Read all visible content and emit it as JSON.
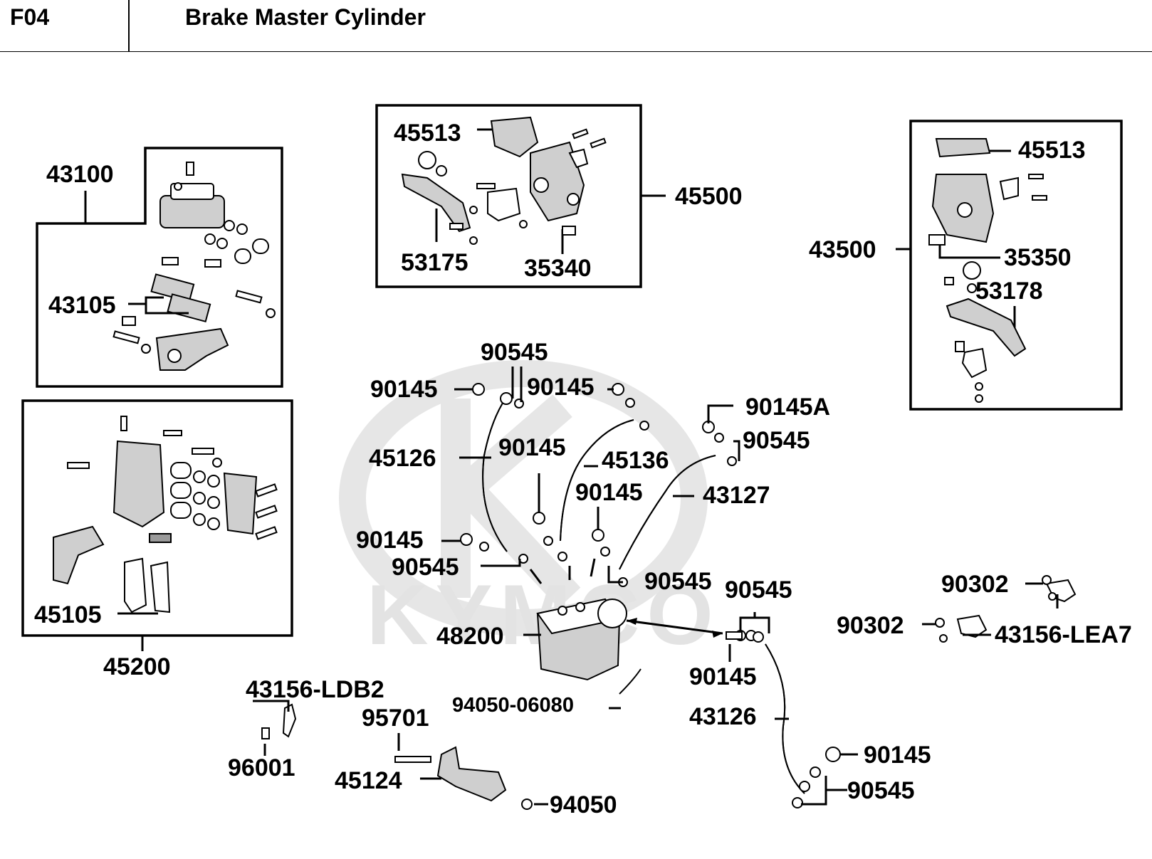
{
  "header": {
    "code": "F04",
    "title": "Brake Master Cylinder"
  },
  "watermark": "KYMCO",
  "labels": {
    "l43100": "43100",
    "l43105": "43105",
    "l45200": "45200",
    "l45105": "45105",
    "l45513a": "45513",
    "l45500": "45500",
    "l53175": "53175",
    "l35340": "35340",
    "l45513b": "45513",
    "l43500": "43500",
    "l35350": "35350",
    "l53178": "53178",
    "l90545a": "90545",
    "l90145a": "90145",
    "l90145b": "90145",
    "l90145A": "90145A",
    "l90545b": "90545",
    "l45126": "45126",
    "l90145c": "90145",
    "l45136": "45136",
    "l90145d": "90145",
    "l43127": "43127",
    "l90145e": "90145",
    "l90545c": "90545",
    "l90545d": "90545",
    "l90545e": "90545",
    "l48200": "48200",
    "l90145f": "90145",
    "l43126": "43126",
    "l94050_06080": "94050-06080",
    "l90145g": "90145",
    "l90545f": "90545",
    "l43156_LDB2": "43156-LDB2",
    "l95701": "95701",
    "l96001": "96001",
    "l45124": "45124",
    "l94050": "94050",
    "l90302a": "90302",
    "l90302b": "90302",
    "l43156_LEA7": "43156-LEA7"
  }
}
